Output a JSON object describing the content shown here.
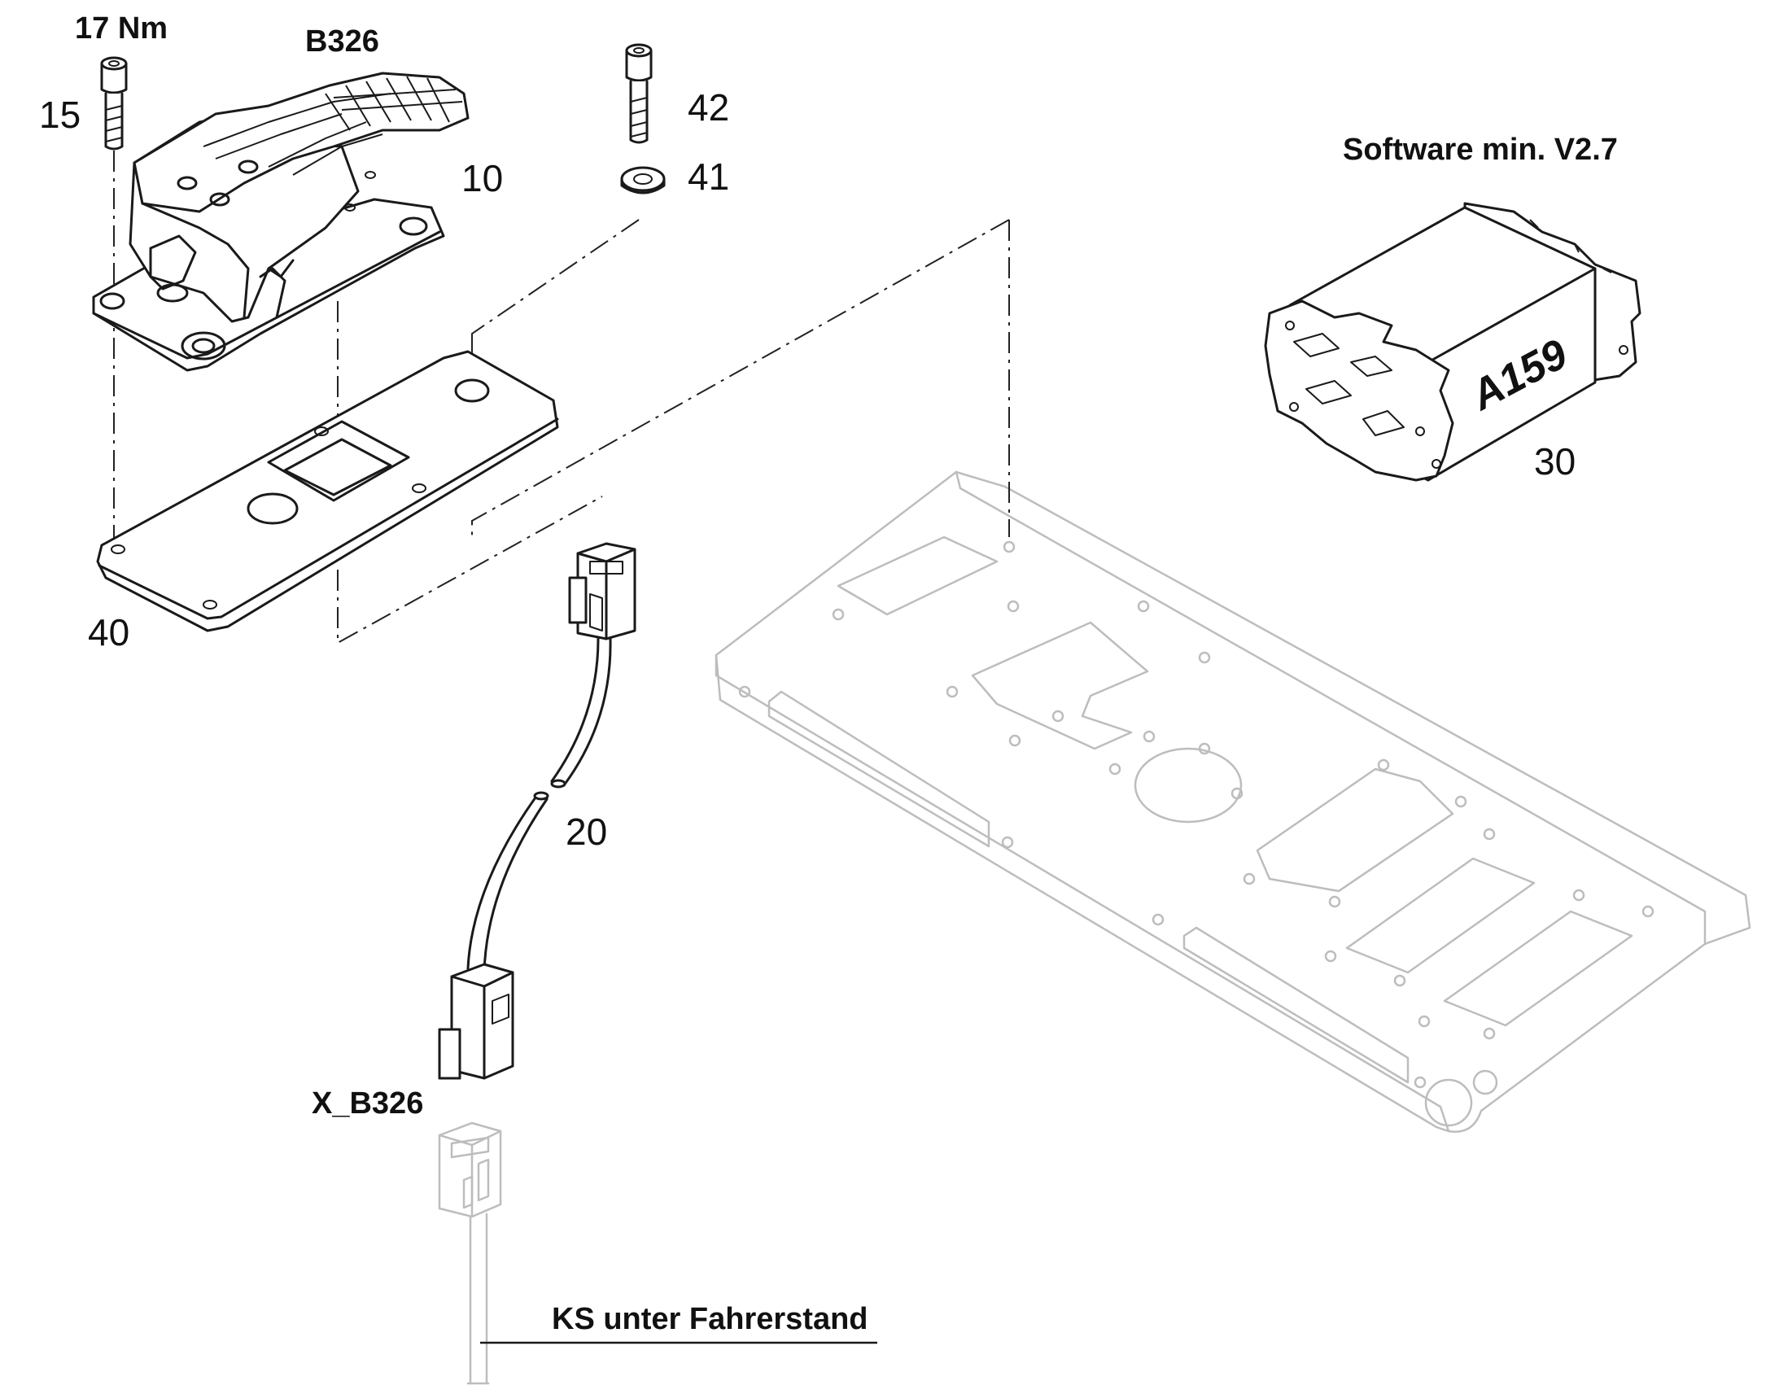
{
  "labels": {
    "torque": "17 Nm",
    "sensor_code": "B326",
    "software_note": "Software min. V2.7",
    "module_code": "A159",
    "connector_code": "X_B326",
    "harness_note": "KS unter Fahrerstand"
  },
  "positions": {
    "p10": "10",
    "p15": "15",
    "p20": "20",
    "p30": "30",
    "p40": "40",
    "p41": "41",
    "p42": "42"
  }
}
